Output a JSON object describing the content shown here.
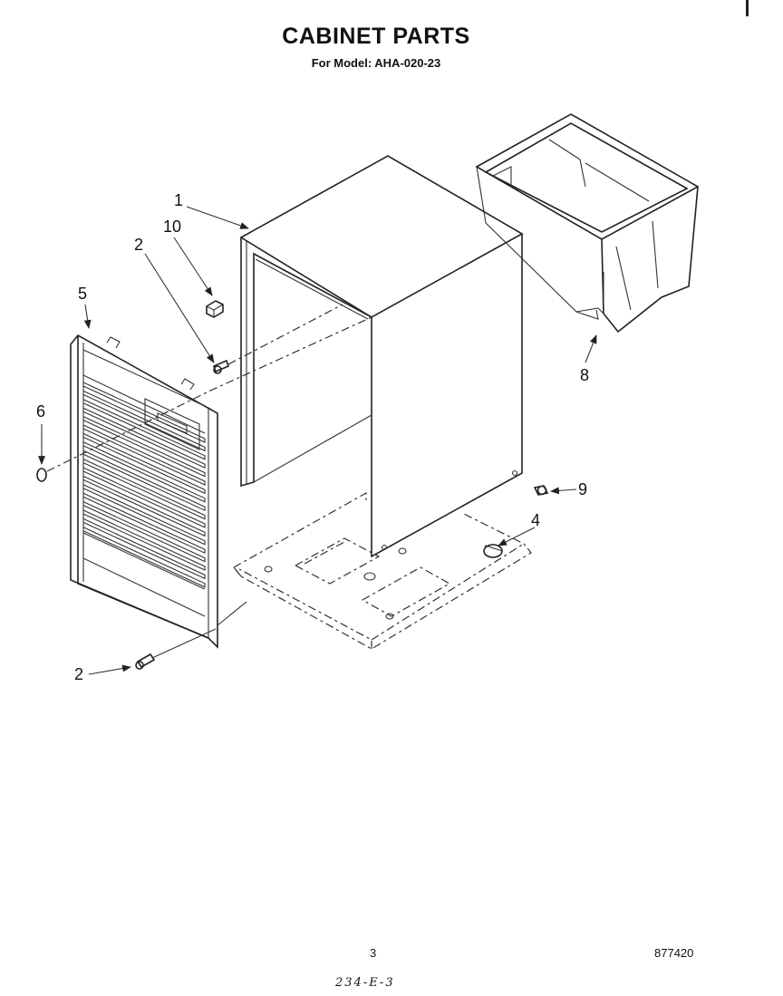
{
  "header": {
    "title": "CABINET PARTS",
    "subtitle": "For Model: AHA-020-23"
  },
  "callouts": [
    {
      "id": "1",
      "label": "1"
    },
    {
      "id": "2a",
      "label": "2"
    },
    {
      "id": "2b",
      "label": "2"
    },
    {
      "id": "4",
      "label": "4"
    },
    {
      "id": "5",
      "label": "5"
    },
    {
      "id": "6",
      "label": "6"
    },
    {
      "id": "8",
      "label": "8"
    },
    {
      "id": "9",
      "label": "9"
    },
    {
      "id": "10",
      "label": "10"
    }
  ],
  "footer": {
    "page_number": "3",
    "doc_number": "877420",
    "handwritten_note": "234-E-3"
  }
}
